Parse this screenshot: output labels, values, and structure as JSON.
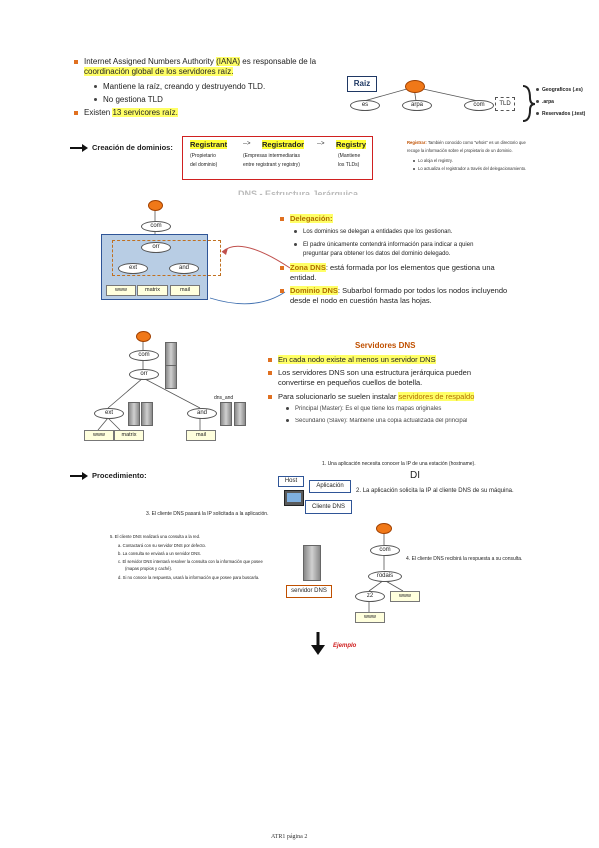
{
  "top": {
    "b1_pre": "Internet Assigned Numbers Authority ",
    "b1_hl1": "(IANA)",
    "b1_post": " es responsable de la",
    "b1_line2": "coordinación global de los servidores raíz.",
    "sub1": "Mantiene la raíz, creando y destruyendo TLD.",
    "sub2": "No gestiona TLD",
    "b2_pre": "Existen ",
    "b2_hl": "13 servicores raíz."
  },
  "raiz": {
    "label": "Raiz",
    "nodes": [
      "es",
      "arpa",
      "com"
    ],
    "tld_label": "TLD",
    "types": [
      "Geograficos (.es)",
      ".arpa",
      "Reservados (.test)"
    ]
  },
  "creacion": {
    "label": "Creación de dominios:",
    "registrant": "Registrant",
    "registrant_sub": [
      "(Propietario",
      "del dominio)"
    ],
    "arrow": "-->",
    "registrador": "Registrador",
    "registrador_sub": [
      "(Empresas intermediarias",
      "entre registrant y registry)"
    ],
    "registry": "Registry",
    "registry_sub": [
      "(Mantiene",
      "los TLDs)"
    ],
    "note_title": "Registrar:",
    "note_text": "También conocido como \"whois\" es un directorio que",
    "note_text2": "recoge la información sobre el propietario de un dominio.",
    "note_b1": "Lo aloja el registry.",
    "note_b2": "Lo actualiza el registrador a través del delegacionamiento."
  },
  "delegacion": {
    "faded_title": "DNS - Estructura Jerárquica",
    "tree": {
      "root": "com",
      "mid": "orr",
      "left": "ext",
      "right": "and",
      "leaves": [
        "www",
        "matrix",
        "mail"
      ]
    },
    "title": "Delegación:",
    "b1": "Los dominios se delegan a entidades que los gestionan.",
    "b2": "El padre únicamente contendrá información para indicar a quien",
    "b2b": "preguntar para obtener los datos del dominio delegado.",
    "zona_hl": "Zona DNS",
    "zona_text": ": está formada por los elementos que gestiona una",
    "zona_text2": "entidad.",
    "dominio_hl": "Dominio DNS",
    "dominio_text": ": Subarbol formado por todos los nodos incluyendo",
    "dominio_text2": "desde el nodo en cuestión hasta las hojas."
  },
  "servidores": {
    "title": "Servidores DNS",
    "b1": "En cada nodo existe al menos un servidor DNS",
    "b2": "Los servidores DNS son una estructura jerárquica pueden",
    "b2b": "convertirse en pequeños cuellos de botella.",
    "b3_pre": "Para solucionarlo se suelen instalar ",
    "b3_hl": "servidores de respaldo",
    "sub1": "Principal (Master): Es el que tiene los mapas originales",
    "sub2": "Secundario (Slave): Mantiene una copia actualizada del principal",
    "tree": {
      "root": "com",
      "mid": "orr",
      "left": "ext",
      "right": "and",
      "label": "dns_and",
      "leaves": [
        "www",
        "matrix",
        "mail"
      ]
    }
  },
  "procedimiento": {
    "label": "Procedimiento:",
    "step1": "Una aplicación necesita conocer la IP de una estación (hostname).",
    "step1_extra": "DI",
    "host": "Host",
    "aplicacion": "Aplicación",
    "cliente_dns": "Cliente DNS",
    "step2": "La aplicación solicita la IP al cliente DNS de su máquina.",
    "step3": "El cliente DNS pasará la IP solicitada a la aplicación.",
    "step5_title": "El cliente DNS realizará una consulta a la red.",
    "step5_items": [
      "Contactará con su servidor DNS por defecto.",
      "La consulta se enviará a un servidor DNS.",
      "El servidor DNS intentará resolver la consulta con la información que posee",
      "(mapas propios y caché).",
      "Si no conoce la respuesta, usará la información que posee para buscarla."
    ],
    "step5_letters": [
      "a.",
      "b.",
      "c.",
      "",
      "d."
    ],
    "servidor_dns": "servidor DNS",
    "step4": "El cliente DNS recibirá la respuesta a su consulta.",
    "tree": {
      "root": "com",
      "mid": "rodais",
      "left": "z2",
      "right": "www",
      "leaf": "www"
    },
    "n1": "1.",
    "n2": "2.",
    "n3": "3.",
    "n4": "4.",
    "n5": "5."
  },
  "ejemplo": "Ejemplo",
  "footer": "ATR1 página 2"
}
